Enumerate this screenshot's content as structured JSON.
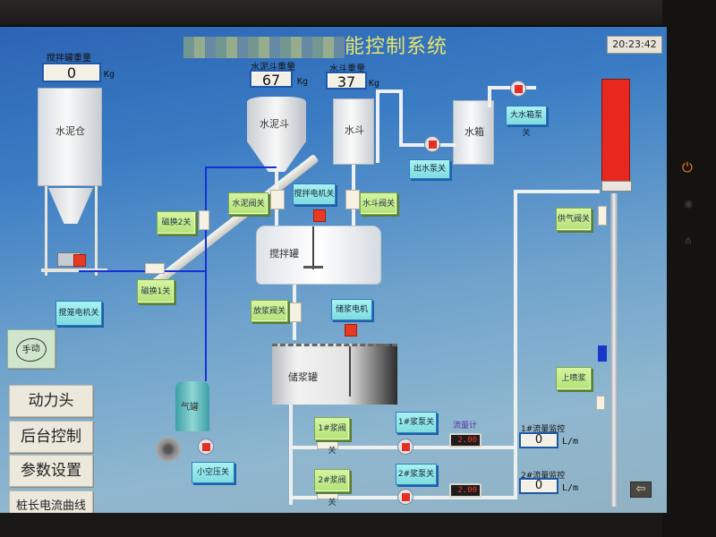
{
  "header": {
    "title_visible": "能控制系统",
    "clock": "20:23:42"
  },
  "weights": {
    "mix_tank": {
      "label": "搅拌罐重量",
      "value": "0",
      "unit": "Kg"
    },
    "cement_hopper": {
      "label": "水泥斗重量",
      "value": "67",
      "unit": "Kg"
    },
    "water_hopper": {
      "label": "水斗重量",
      "value": "37",
      "unit": "Kg"
    }
  },
  "vessels": {
    "cement_silo": "水泥仓",
    "cement_hopper": "水泥斗",
    "water_hopper": "水斗",
    "water_tank": "水箱",
    "mixing_tank": "搅拌罐",
    "storage_tank": "储浆罐",
    "air_tank": "气罐"
  },
  "buttons": {
    "big_water_pump": "大水箱泵关",
    "water_out_pump": "出水泵关",
    "cement_valve": "水泥阀关",
    "mixer_motor": "搅拌电机关",
    "water_valve": "水斗阀关",
    "solenoid_2": "磁换2关",
    "solenoid_1": "磁换1关",
    "auger_motor": "搅笼电机关",
    "slurry_release_valve": "放浆阀关",
    "storage_motor": "储浆电机关",
    "air_supply_valve": "供气阀关",
    "upper_spray": "上喷浆",
    "slurry_valve_1": "1#浆阀关",
    "slurry_pump_1": "1#浆泵关",
    "slurry_valve_2": "2#浆阀关",
    "slurry_pump_2": "2#浆泵关",
    "small_compressor": "小空压关",
    "manual_mode": "手动"
  },
  "flow": {
    "meter_label": "流量计",
    "meter_1_reading": "2.00",
    "meter_2_reading": "2.00",
    "monitor_1": {
      "label": "1#流量监控",
      "value": "0",
      "unit": "L/m"
    },
    "monitor_2": {
      "label": "2#流量监控",
      "value": "0",
      "unit": "L/m"
    }
  },
  "nav": [
    {
      "label": "动力头"
    },
    {
      "label": "后台控制"
    },
    {
      "label": "参数设置"
    },
    {
      "label": "桩长电流曲线"
    }
  ],
  "colors": {
    "title": "#e8e56a",
    "green_button": "#c4ec8a",
    "cyan_button": "#8fe4e8",
    "wire": "#1331d8",
    "motor_red": "#e83a22",
    "power_led": "#ff7a1a"
  }
}
